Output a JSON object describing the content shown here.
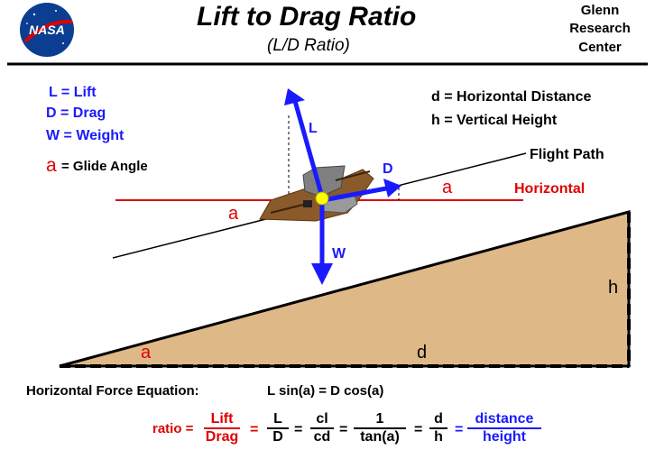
{
  "header": {
    "title": "Lift to Drag Ratio",
    "subtitle": "(L/D Ratio)",
    "org_line1": "Glenn",
    "org_line2": "Research",
    "org_line3": "Center",
    "logo_text": "NASA"
  },
  "legend_left": {
    "lift": "L = Lift",
    "drag": "D = Drag",
    "weight": "W = Weight",
    "angle_symbol": "a",
    "angle_text": "= Glide  Angle"
  },
  "legend_right": {
    "distance": "d = Horizontal Distance",
    "height": "h = Vertical Height"
  },
  "diagram": {
    "flight_path_label": "Flight  Path",
    "horizontal_label": "Horizontal",
    "lift_label": "L",
    "drag_label": "D",
    "weight_label": "W",
    "angle_label_upper": "a",
    "angle_label_left": "a",
    "angle_label_ramp": "a",
    "d_label": "d",
    "h_label": "h"
  },
  "equation": {
    "heading": "Horizontal  Force  Equation:",
    "formula": "L  sin(a)  =  D   cos(a)",
    "ratio_label": "ratio =",
    "f1_num": "Lift",
    "f1_den": "Drag",
    "f2_num": "L",
    "f2_den": "D",
    "f3_num": "cl",
    "f3_den": "cd",
    "f4_num": "1",
    "f4_den": "tan(a)",
    "f5_num": "d",
    "f5_den": "h",
    "f6_num": "distance",
    "f6_den": "height",
    "eq": "="
  },
  "colors": {
    "blue": "#1a1aff",
    "red": "#e00000",
    "ramp": "#deb887",
    "nasa_blue": "#0b3d91"
  }
}
